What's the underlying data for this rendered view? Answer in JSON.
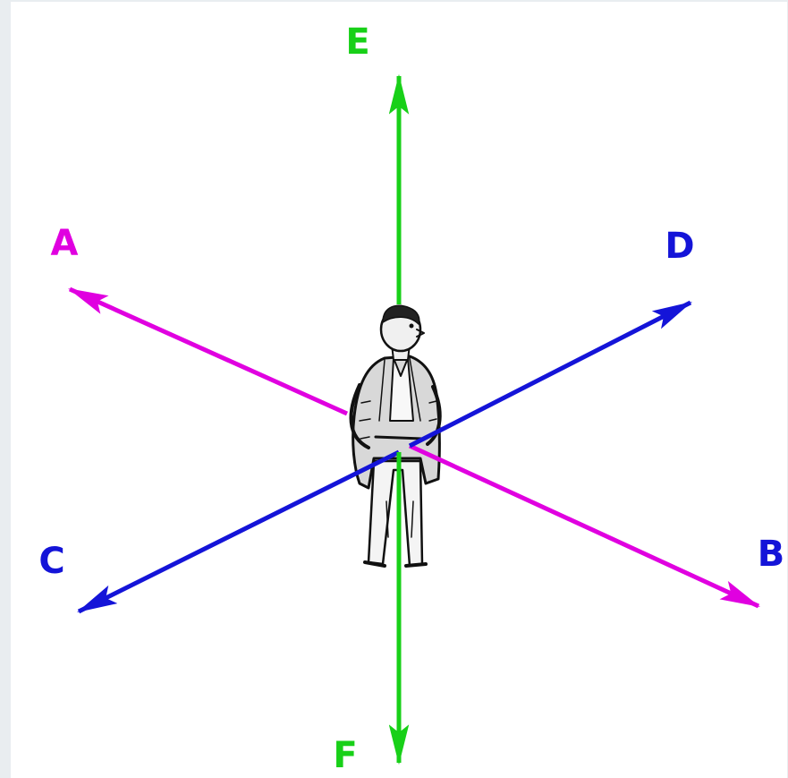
{
  "figure": {
    "description_icon": "standing-boy-icon"
  },
  "axes": [
    {
      "id": "A",
      "label": "A",
      "color": "#e000e0",
      "pair": "B"
    },
    {
      "id": "B",
      "label": "B",
      "color": "#e000e0",
      "pair": "A"
    },
    {
      "id": "C",
      "label": "C",
      "color": "#1414d8",
      "pair": "D"
    },
    {
      "id": "D",
      "label": "D",
      "color": "#1414d8",
      "pair": "C"
    },
    {
      "id": "E",
      "label": "E",
      "color": "#18d018",
      "pair": "F"
    },
    {
      "id": "F",
      "label": "F",
      "color": "#18d018",
      "pair": "E"
    }
  ],
  "colors": {
    "magenta": "#e000e0",
    "blue": "#1414d8",
    "green": "#18d018",
    "background": "#ffffff",
    "frame": "#e9edf0"
  }
}
